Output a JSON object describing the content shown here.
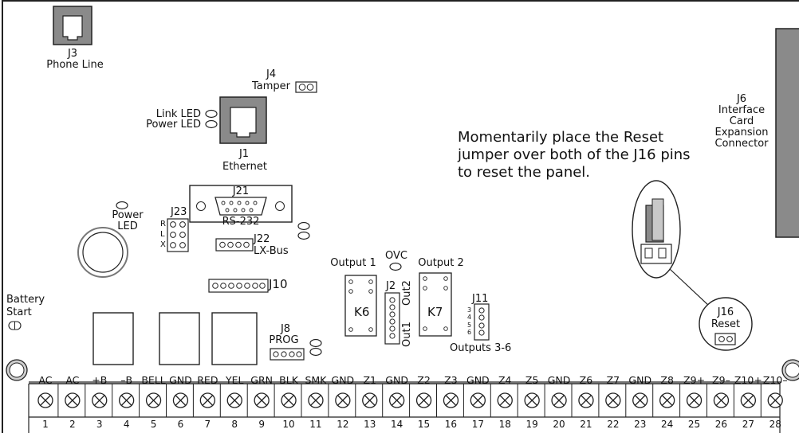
{
  "connectors": {
    "j3": {
      "id": "J3",
      "name": "Phone Line"
    },
    "j4": {
      "id": "J4",
      "name": "Tamper"
    },
    "j1": {
      "id": "J1",
      "name": "Ethernet"
    },
    "link_led": "Link LED",
    "power_led_top": "Power LED",
    "j6": {
      "id": "J6",
      "lines": [
        "Interface",
        "Card",
        "Expansion",
        "Connector"
      ]
    },
    "j21": {
      "id": "J21",
      "name": "RS-232"
    },
    "power_led": [
      "Power",
      "LED"
    ],
    "j23": {
      "id": "J23",
      "pins": [
        "R",
        "L",
        "X"
      ]
    },
    "j22": {
      "id": "J22",
      "name": "LX-Bus"
    },
    "j10": {
      "id": "J10"
    },
    "ovc": "OVC",
    "output1": "Output 1",
    "output2": "Output 2",
    "k6": "K6",
    "k7": "K7",
    "j2": {
      "id": "J2",
      "out1": "Out1",
      "out2": "Out2"
    },
    "j11": {
      "id": "J11",
      "pins": [
        "3",
        "4",
        "5",
        "6"
      ],
      "name": "Outputs 3-6"
    },
    "battery_start": [
      "Battery",
      "Start"
    ],
    "j8": {
      "id": "J8",
      "name": "PROG"
    },
    "j16": {
      "id": "J16",
      "name": "Reset"
    }
  },
  "note": "Momentarily place the Reset jumper over both of the J16 pins to reset the panel.",
  "terminal_block": {
    "labels": [
      "AC",
      "AC",
      "+B",
      "–B",
      "BELL",
      "GND",
      "RED",
      "YEL",
      "GRN",
      "BLK",
      "SMK",
      "GND",
      "Z1",
      "GND",
      "Z2",
      "Z3",
      "GND",
      "Z4",
      "Z5",
      "GND",
      "Z6",
      "Z7",
      "GND",
      "Z8",
      "Z9+",
      "Z9–",
      "Z10+",
      "Z10–"
    ],
    "numbers": [
      "1",
      "2",
      "3",
      "4",
      "5",
      "6",
      "7",
      "8",
      "9",
      "10",
      "11",
      "12",
      "13",
      "14",
      "15",
      "16",
      "17",
      "18",
      "19",
      "20",
      "21",
      "22",
      "23",
      "24",
      "25",
      "26",
      "27",
      "28"
    ]
  }
}
